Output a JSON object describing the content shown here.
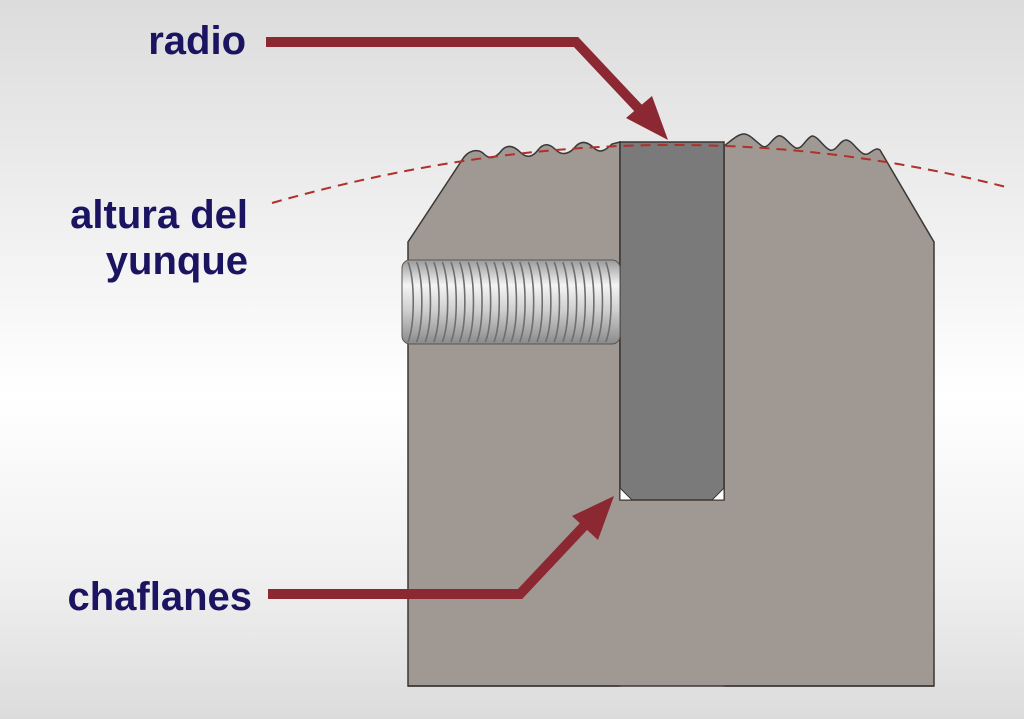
{
  "colors": {
    "label_text": "#1a1461",
    "arrow": "#8c2832",
    "dashed_arc": "#b0302a",
    "block": "#a09993",
    "block_edge": "#3a3735",
    "slot": "#7a7a7a",
    "screw": "#c8c8c8"
  },
  "labels": {
    "radio": "radio",
    "altura_line1": "altura del",
    "altura_line2": "yunque",
    "chaflanes": "chaflanes"
  }
}
